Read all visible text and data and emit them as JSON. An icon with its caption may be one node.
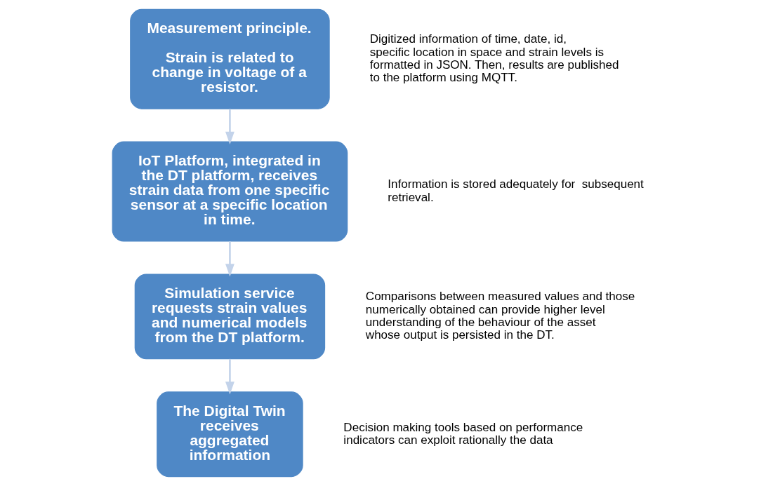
{
  "diagram": {
    "nodes": [
      {
        "text": [
          "Measurement principle.",
          "Strain is related to change in voltage of a resistor."
        ],
        "beside": [
          "Digitized information of time, date, id, specific location in space and strain levels is formatted in JSON. Then, results are published to the platform using MQTT."
        ]
      },
      {
        "text": [
          "IoT Platform, integrated in the DT platform, receives strain data from one specific sensor at a specific location in time."
        ],
        "beside": [
          "Information is stored adequately for  subsequent retrieval."
        ]
      },
      {
        "text": [
          "Simulation service requests strain values and numerical models from the DT platform."
        ],
        "beside": [
          "Comparisons between measured values and those numerically obtained can provide higher level understanding of the behaviour of the asset whose output is persisted in the DT."
        ]
      },
      {
        "text": [
          "The Digital Twin receives aggregated information"
        ],
        "beside": [
          "Decision making tools based on performance indicators can exploit rationally the data"
        ]
      }
    ],
    "edges": [
      {
        "from": 0,
        "to": 1,
        "arrow": "to"
      },
      {
        "from": 1,
        "to": 2,
        "arrow": "to"
      },
      {
        "from": 2,
        "to": 3,
        "arrow": "to"
      }
    ]
  }
}
